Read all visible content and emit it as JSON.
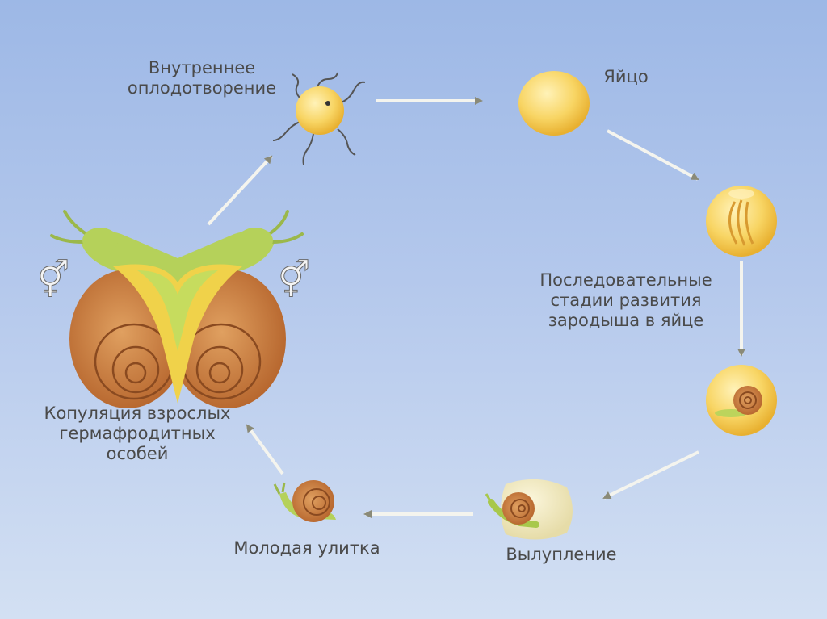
{
  "labels": {
    "fertilization": "Внутреннее\nоплодотворение",
    "egg": "Яйцо",
    "stages": "Последовательные\nстадии развития\nзародыша в яйце",
    "hatching": "Вылупление",
    "young_snail": "Молодая улитка",
    "copulation": "Копуляция взрослых\nгермафродитных\nособей"
  },
  "symbols": {
    "hermaphrodite_left": "⚥",
    "hermaphrodite_right": "⚥"
  },
  "colors": {
    "egg": "#f5c94a",
    "egg_light": "#fde9a0",
    "shell": "#c9773a",
    "shell_dark": "#9a5527",
    "body_green": "#b5d15a",
    "arrow": "#8a8a78",
    "text": "#4a4a4a"
  }
}
